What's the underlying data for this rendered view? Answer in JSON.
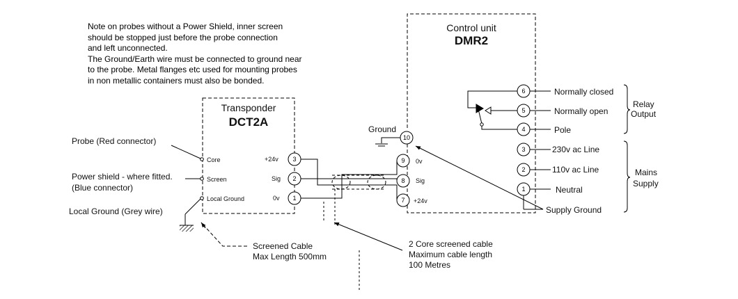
{
  "note": {
    "lines": [
      "Note on probes without a Power Shield, inner screen",
      "should be stopped just before the probe connection",
      "and left unconnected.",
      "The Ground/Earth wire must be connected to ground near",
      "to the probe.  Metal flanges etc used for mounting probes",
      "in non metallic containers must also be bonded."
    ]
  },
  "transponder": {
    "label": "Transponder",
    "model": "DCT2A",
    "inputs": [
      "Core",
      "Screen",
      "Local Ground"
    ],
    "terminals": [
      {
        "num": "3",
        "label": "+24v"
      },
      {
        "num": "2",
        "label": "Sig"
      },
      {
        "num": "1",
        "label": "0v"
      }
    ]
  },
  "control_unit": {
    "label": "Control unit",
    "model": "DMR2",
    "ground_label": "Ground",
    "ground_terminal": "10",
    "left_terminals": [
      {
        "num": "9",
        "label": "0v"
      },
      {
        "num": "8",
        "label": "Sig"
      },
      {
        "num": "7",
        "label": "+24v"
      }
    ],
    "right_terminals": [
      {
        "num": "6",
        "label": "Normally closed"
      },
      {
        "num": "5",
        "label": "Normally open"
      },
      {
        "num": "4",
        "label": "Pole"
      },
      {
        "num": "3",
        "label": "230v ac Line"
      },
      {
        "num": "2",
        "label": "110v ac Line"
      },
      {
        "num": "1",
        "label": "Neutral"
      }
    ],
    "relay_group": [
      "Relay",
      "Output"
    ],
    "mains_group": [
      "Mains",
      "Supply"
    ]
  },
  "probe_labels": {
    "probe": "Probe (Red connector)",
    "shield": "Power shield - where fitted.",
    "shield_sub": "(Blue connector)",
    "local_ground": "Local Ground (Grey wire)"
  },
  "supply_ground": "Supply Ground",
  "screened_cable": [
    "Screened Cable",
    "Max Length 500mm"
  ],
  "core_cable": [
    "2 Core screened cable",
    "Maximum cable length",
    "100 Metres"
  ]
}
